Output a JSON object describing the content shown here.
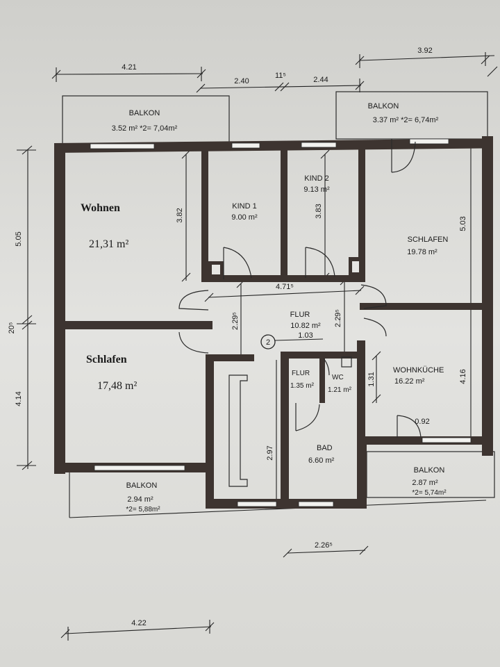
{
  "rooms": {
    "balkon_top_left": {
      "name": "BALKON",
      "area": "3.52 m²  *2= 7,04m²"
    },
    "balkon_top_right": {
      "name": "BALKON",
      "area": "3.37 m²  *2= 6,74m²"
    },
    "wohnen": {
      "name": "Wohnen",
      "area": "21,31 m²"
    },
    "kind1": {
      "name": "KIND 1",
      "area": "9.00 m²"
    },
    "kind2": {
      "name": "KIND 2",
      "area": "9.13 m²"
    },
    "schlafen_right": {
      "name": "SCHLAFEN",
      "area": "19.78 m²"
    },
    "flur": {
      "name": "FLUR",
      "area": "10.82 m²"
    },
    "schlafen_left": {
      "name": "Schlafen",
      "area": "17,48 m²"
    },
    "flur_small": {
      "name": "FLUR",
      "area": "1.35 m²"
    },
    "wc": {
      "name": "WC",
      "area": "1.21 m²"
    },
    "wohnkueche": {
      "name": "WOHNKÜCHE",
      "area": "16.22 m²"
    },
    "bad": {
      "name": "BAD",
      "area": "6.60 m²"
    },
    "balkon_bottom_left": {
      "name": "BALKON",
      "area": "2.94 m²",
      "area2": "*2= 5,88m²"
    },
    "balkon_bottom_right": {
      "name": "BALKON",
      "area": "2.87 m²",
      "area2": "*2= 5,74m²"
    }
  },
  "dimensions": {
    "top_right": "3.92",
    "top_left": "4.21",
    "seg_1": "2.40",
    "seg_2": "11⁵",
    "seg_3": "2.44",
    "left_upper": "5.05",
    "left_mid": "20⁵",
    "left_lower": "4.14",
    "wohnen_height": "3.82",
    "kind2_height": "3.83",
    "schlafen_height": "5.03",
    "flur_width": "4.71⁵",
    "flur_h1": "2.29⁵",
    "flur_h2": "2.29⁵",
    "flur_w2": "1.03",
    "wc_height": "1.31",
    "kueche_height": "4.16",
    "kueche_small": "0.92",
    "stair_height": "2.97",
    "bottom_mid": "2.26⁵",
    "bottom_left": "4.22"
  },
  "marker": "2"
}
